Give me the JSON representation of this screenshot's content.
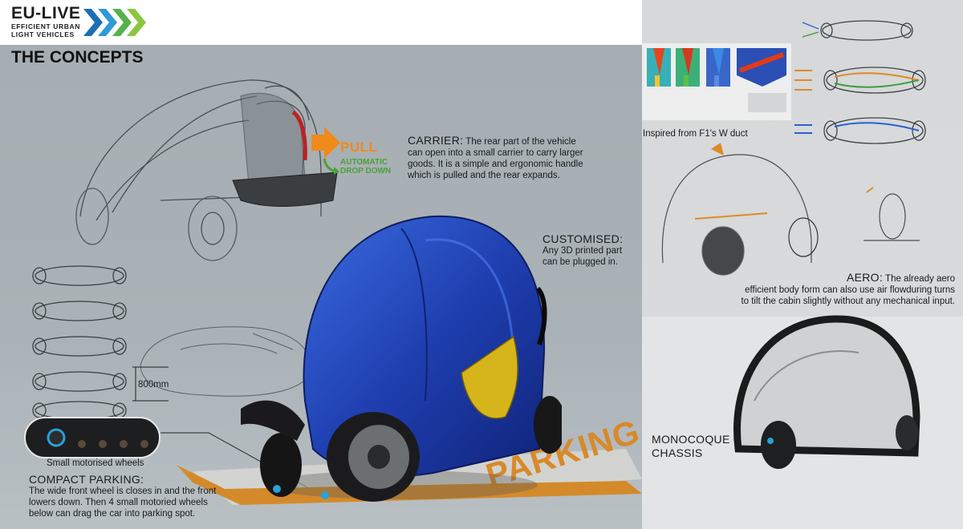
{
  "brand": {
    "name": "EU-LIVE",
    "tagline_1": "EFFICIENT URBAN",
    "tagline_2": "LIGHT VEHICLES"
  },
  "section_title": "THE CONCEPTS",
  "carrier": {
    "heading": "CARRIER:",
    "text_1": "The rear part of the vehicle",
    "text_2": "can open into a small carrier to carry larger",
    "text_3": "goods. It is a simple and ergonomic handle",
    "text_4": "which is pulled and the rear expands.",
    "pull_label": "PULL",
    "drop_label_1": "AUTOMATIC",
    "drop_label_2": "DROP DOWN"
  },
  "customised": {
    "heading": "CUSTOMISED:",
    "text_1": "Any 3D printed part",
    "text_2": "can be plugged in."
  },
  "aero": {
    "heading": "AERO:",
    "text_1": "The already aero",
    "text_2": "efficient body form can also use air flowduring turns",
    "text_3": "to tilt the cabin slightly without any mechanical input.",
    "inspired": "Inspired from F1's W duct"
  },
  "dimension_label": "800mm",
  "wheels_caption": "Small motorised wheels",
  "compact_parking": {
    "heading": "COMPACT PARKING:",
    "text_1": "The wide front wheel is closes in and the front",
    "text_2": "lowers down. Then 4 small motoried wheels",
    "text_3": "below can drag the car into parking spot."
  },
  "monocoque": {
    "line_1": "MONOCOQUE",
    "line_2": "CHASSIS"
  },
  "parking_word": "PARKING",
  "colors": {
    "brand_blue": "#1a6fb5",
    "brand_green": "#8cc63f",
    "accent_orange": "#f08a1a",
    "body_blue": "#1b3fae",
    "panel_yellow": "#d6b51a"
  }
}
